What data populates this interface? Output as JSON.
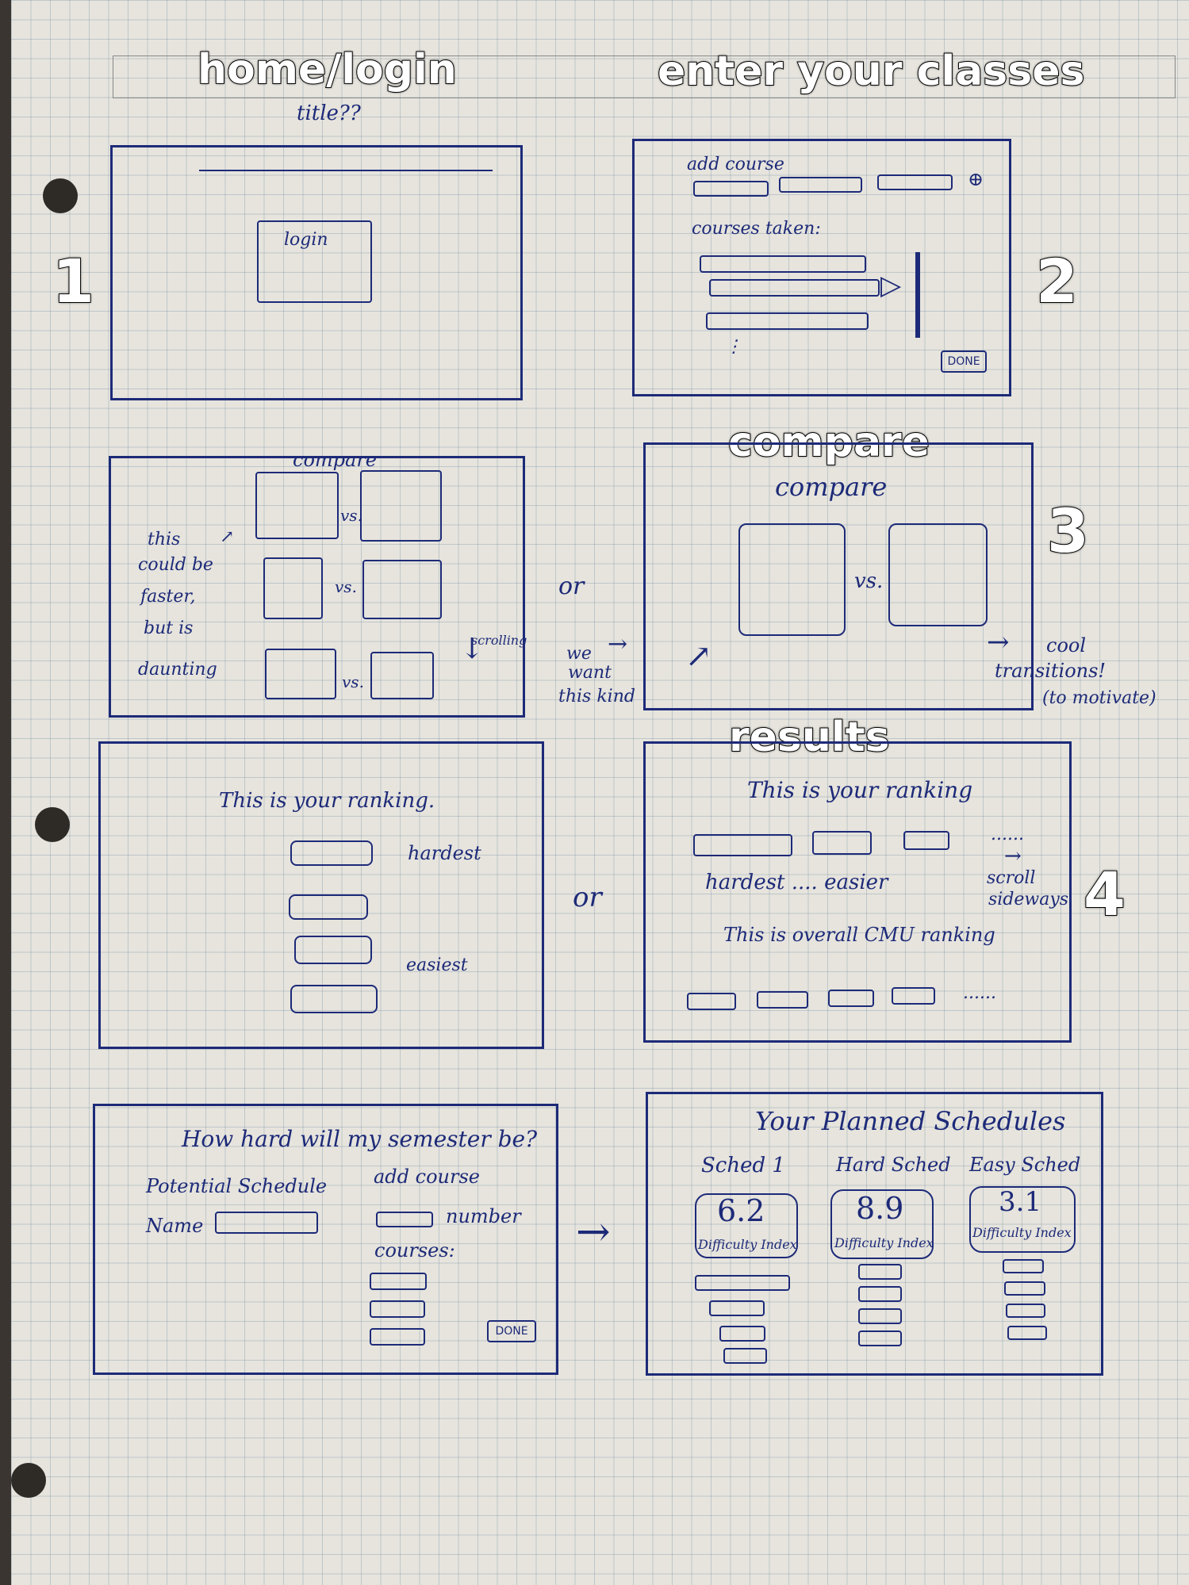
{
  "sections": {
    "home": "home/login",
    "classes": "enter your classes",
    "compare": "compare",
    "results": "results"
  },
  "numbers": [
    "1",
    "2",
    "3",
    "4"
  ],
  "sketch1": {
    "title_note": "title??",
    "login": "login"
  },
  "sketch2": {
    "add_course": "add course",
    "courses_taken": "courses taken:",
    "done": "DONE"
  },
  "sketch3a": {
    "title": "compare",
    "vs": "vs.",
    "note": [
      "this",
      "could be",
      "faster,",
      "but is",
      "daunting"
    ],
    "scrolling": "scrolling"
  },
  "connector_or": "or",
  "we_want": [
    "we",
    "want",
    "this kind"
  ],
  "sketch3b": {
    "title": "compare",
    "vs": "vs.",
    "cool": "cool",
    "transitions": "transitions!",
    "motivate": "(to motivate)"
  },
  "sketch4a": {
    "ranking": "This is your ranking.",
    "hardest": "hardest",
    "easiest": "easiest"
  },
  "sketch4b": {
    "ranking": "This is your ranking",
    "hardest_easier": "hardest .... easier",
    "scroll": "scroll",
    "sideways": "sideways",
    "cmu": "This is overall CMU ranking",
    "dots": "......"
  },
  "sketch5a": {
    "question": "How hard will my semester be?",
    "potential": "Potential Schedule",
    "name": "Name",
    "add_course": "add course",
    "number": "number",
    "courses": "courses:",
    "done": "DONE"
  },
  "sketch5b": {
    "title": "Your Planned Schedules",
    "schedules": [
      {
        "name": "Sched 1",
        "score": "6.2",
        "label": "Difficulty Index"
      },
      {
        "name": "Hard Sched",
        "score": "8.9",
        "label": "Difficulty Index"
      },
      {
        "name": "Easy Sched",
        "score": "3.1",
        "label": "Difficulty Index"
      }
    ]
  }
}
